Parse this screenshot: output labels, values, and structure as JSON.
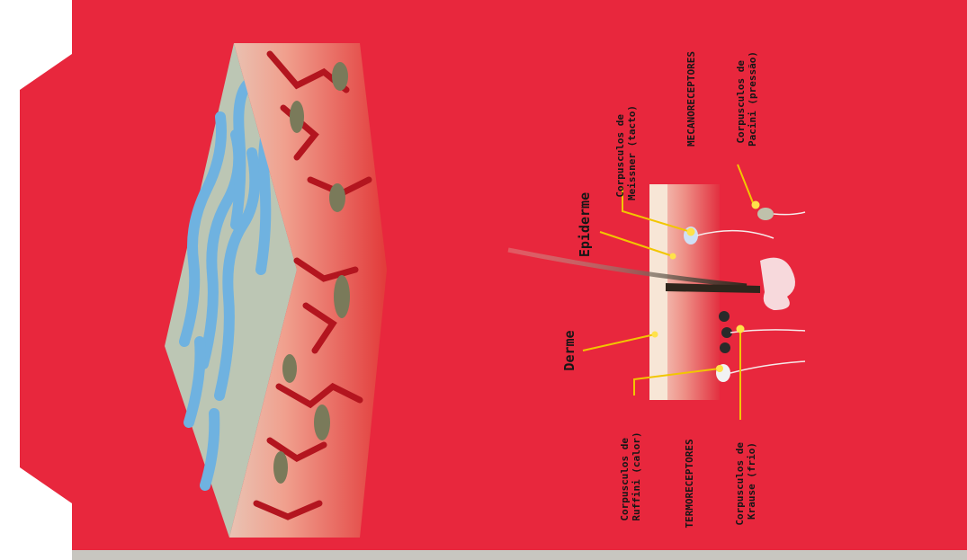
{
  "colors": {
    "background": "#e8273d",
    "page_edge": "#ffffff",
    "skin_side": "#b9c3b0",
    "skin_top": "#c6c9bd",
    "water_bands": "#6fb2e0",
    "dermis": "#e05a4a",
    "vessels": "#b3151f",
    "nerve_bundles": "#7a7a5a",
    "diagram_dermis": "#f2b3a8",
    "diagram_epidermis": "#f7e6d6",
    "hair": "#4a3a2a",
    "leader_lines": "#f2c600",
    "marker_dots": "#ffe24a",
    "label_text": "#161616"
  },
  "labels": {
    "epiderme": "Epiderme",
    "derme": "Derme",
    "meissner": [
      "Corpusculos de",
      "Meissner (tacto)"
    ],
    "mecanoreceptores": "MECANORECEPTORES",
    "pacini": [
      "Corpusculos de",
      "Pacini (pressão)"
    ],
    "ruffini": [
      "Corpusculos de",
      "Ruffini (calor)"
    ],
    "termoreceptores": "TERMORECEPTORES",
    "krause": [
      "Corpusculos de",
      "Krause (frio)"
    ]
  }
}
